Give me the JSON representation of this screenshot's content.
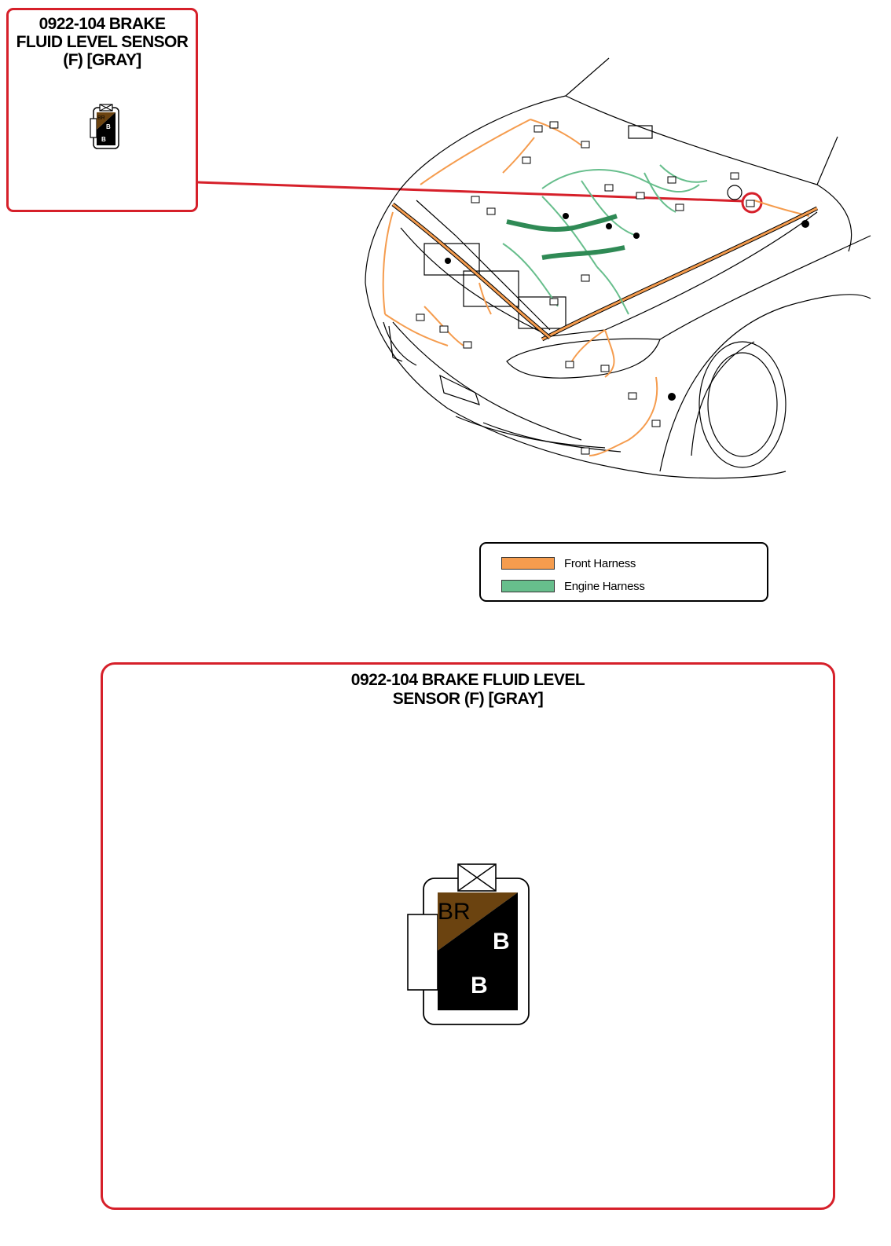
{
  "callout": {
    "title_line1": "0922-104 BRAKE",
    "title_line2": "FLUID LEVEL SENSOR",
    "title_line3": "(F) [GRAY]"
  },
  "connector": {
    "pin_top_color": "BR",
    "pin_right_label": "B",
    "pin_bottom_label": "B",
    "color_brown": "#6b4310",
    "color_black": "#000000"
  },
  "legend": {
    "items": [
      {
        "label": "Front Harness",
        "color": "#f59c4e"
      },
      {
        "label": "Engine Harness",
        "color": "#67be8c"
      }
    ]
  },
  "detail": {
    "title_line1": "0922-104 BRAKE FLUID LEVEL",
    "title_line2": "SENSOR (F) [GRAY]"
  },
  "colors": {
    "callout_border": "#d6202a",
    "front_harness": "#f59c4e",
    "engine_harness": "#67be8c"
  }
}
